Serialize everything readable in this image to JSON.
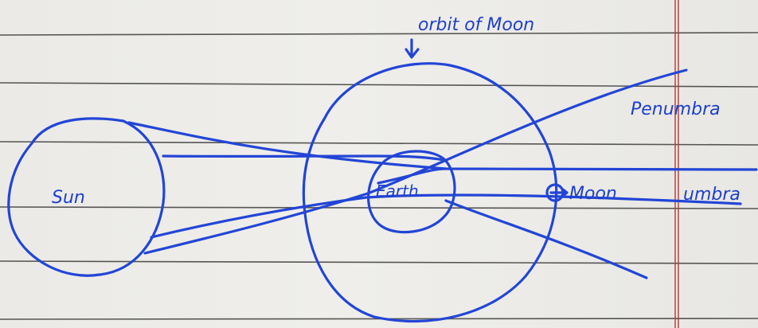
{
  "diagram": {
    "labels": {
      "orbit": "orbit of Moon",
      "penumbra": "Penumbra",
      "sun": "Sun",
      "earth": "Earth",
      "moon": "Moon",
      "umbra": "umbra"
    },
    "colors": {
      "ink": "#2345d6",
      "rules": "#3c3c3c",
      "margin": "#b03a3a",
      "paper": "#ecebe8"
    }
  }
}
